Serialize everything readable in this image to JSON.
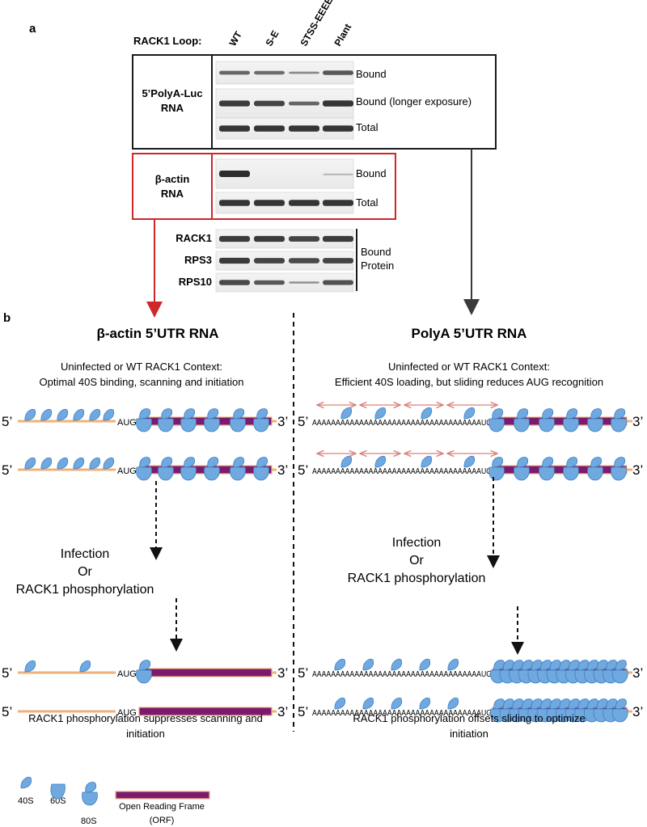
{
  "panel_a": {
    "label": "a",
    "loop_label": "RACK1 Loop:",
    "lanes": [
      "WT",
      "S-E",
      "STSS-EEEE",
      "Plant"
    ],
    "polya_box": {
      "title_line1": "5’PolyA-Luc",
      "title_line2": "RNA",
      "rows": [
        "Bound",
        "Bound (longer exposure)",
        "Total"
      ]
    },
    "actin_box": {
      "title_line1": "β-actin",
      "title_line2": "RNA",
      "rows": [
        "Bound",
        "Total"
      ]
    },
    "protein_rows": [
      "RACK1",
      "RPS3",
      "RPS10"
    ],
    "protein_label_line1": "Bound",
    "protein_label_line2": "Protein"
  },
  "panel_b": {
    "label": "b",
    "left": {
      "heading": "β-actin 5’UTR RNA",
      "context_line1": "Uninfected or WT RACK1 Context:",
      "context_line2": "Optimal 40S binding, scanning and initiation",
      "five": "5’",
      "three": "3’",
      "aug": "AUG",
      "caption_line1": "RACK1 phosphorylation suppresses scanning and",
      "caption_line2": "initiation"
    },
    "right": {
      "heading": "PolyA 5’UTR RNA",
      "context_line1": "Uninfected or WT RACK1 Context:",
      "context_line2": "Efficient 40S loading, but sliding reduces AUG recognition",
      "five": "5’",
      "three": "3’",
      "polya_seq": "AAAAAAAAAAAAAAAAAAAAAAAAAAAAAAAAAAAAUG",
      "caption_line1": "RACK1 phosphorylation offsets sliding to optimize",
      "caption_line2": "initiation"
    },
    "middle_text_line1": "Infection",
    "middle_text_line2": "Or",
    "middle_text_line3": "RACK1 phosphorylation"
  },
  "legend": {
    "s40": "40S",
    "s60": "60S",
    "s80": "80S",
    "orf_line1": "Open Reading Frame",
    "orf_line2": "(ORF)"
  },
  "colors": {
    "ribosome": "#6fa9e0",
    "ribosome_edge": "#3f7fc2",
    "mrna": "#f0b07a",
    "orf": "#7b1a6e",
    "red": "#d0272b",
    "arrow_pink": "#d9817d"
  }
}
